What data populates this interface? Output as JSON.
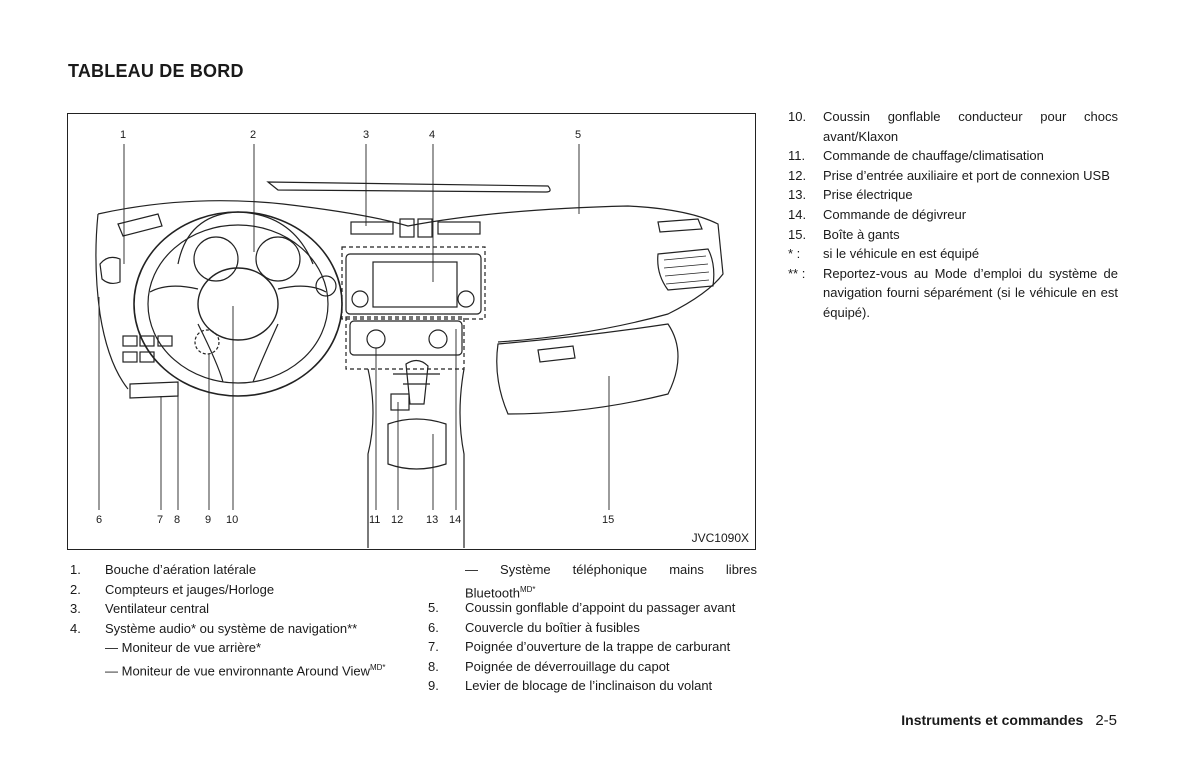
{
  "page": {
    "title": "TABLEAU DE BORD",
    "figure_code": "JVC1090X",
    "callout_numbers": [
      "1",
      "2",
      "3",
      "4",
      "5",
      "6",
      "7",
      "8",
      "9",
      "10",
      "11",
      "12",
      "13",
      "14",
      "15"
    ]
  },
  "legend_left": [
    {
      "n": "1.",
      "text": "Bouche d’aération latérale"
    },
    {
      "n": "2.",
      "text": "Compteurs et jauges/Horloge"
    },
    {
      "n": "3.",
      "text": "Ventilateur central"
    },
    {
      "n": "4.",
      "text": "Système audio* ou système de navigation**"
    }
  ],
  "legend_left_sub": [
    "— Moniteur de vue arrière*",
    "— Moniteur de vue environnante Around View",
    "MD*"
  ],
  "legend_mid_sub": [
    "— Système téléphonique mains libres Bluetooth",
    "MD*"
  ],
  "legend_mid": [
    {
      "n": "5.",
      "text": "Coussin gonflable d’appoint du passager avant"
    },
    {
      "n": "6.",
      "text": "Couvercle du boîtier à fusibles"
    },
    {
      "n": "7.",
      "text": "Poignée d’ouverture de la trappe de carburant"
    },
    {
      "n": "8.",
      "text": "Poignée de déverrouillage du capot"
    },
    {
      "n": "9.",
      "text": "Levier de blocage de l’inclinaison du volant"
    }
  ],
  "legend_right": [
    {
      "n": "10.",
      "text": "Coussin gonflable conducteur pour chocs avant/Klaxon"
    },
    {
      "n": "11.",
      "text": "Commande de chauffage/climatisation"
    },
    {
      "n": "12.",
      "text": "Prise d’entrée auxiliaire et port de connexion USB"
    },
    {
      "n": "13.",
      "text": "Prise électrique"
    },
    {
      "n": "14.",
      "text": "Commande de dégivreur"
    },
    {
      "n": "15.",
      "text": "Boîte à gants"
    },
    {
      "n": "* :",
      "text": "si le véhicule en est équipé"
    },
    {
      "n": "** :",
      "text": "Reportez-vous au Mode d’emploi du système de navigation fourni séparément (si le véhicule en est équipé)."
    }
  ],
  "footer": {
    "section": "Instruments et commandes",
    "page_number": "2-5"
  }
}
